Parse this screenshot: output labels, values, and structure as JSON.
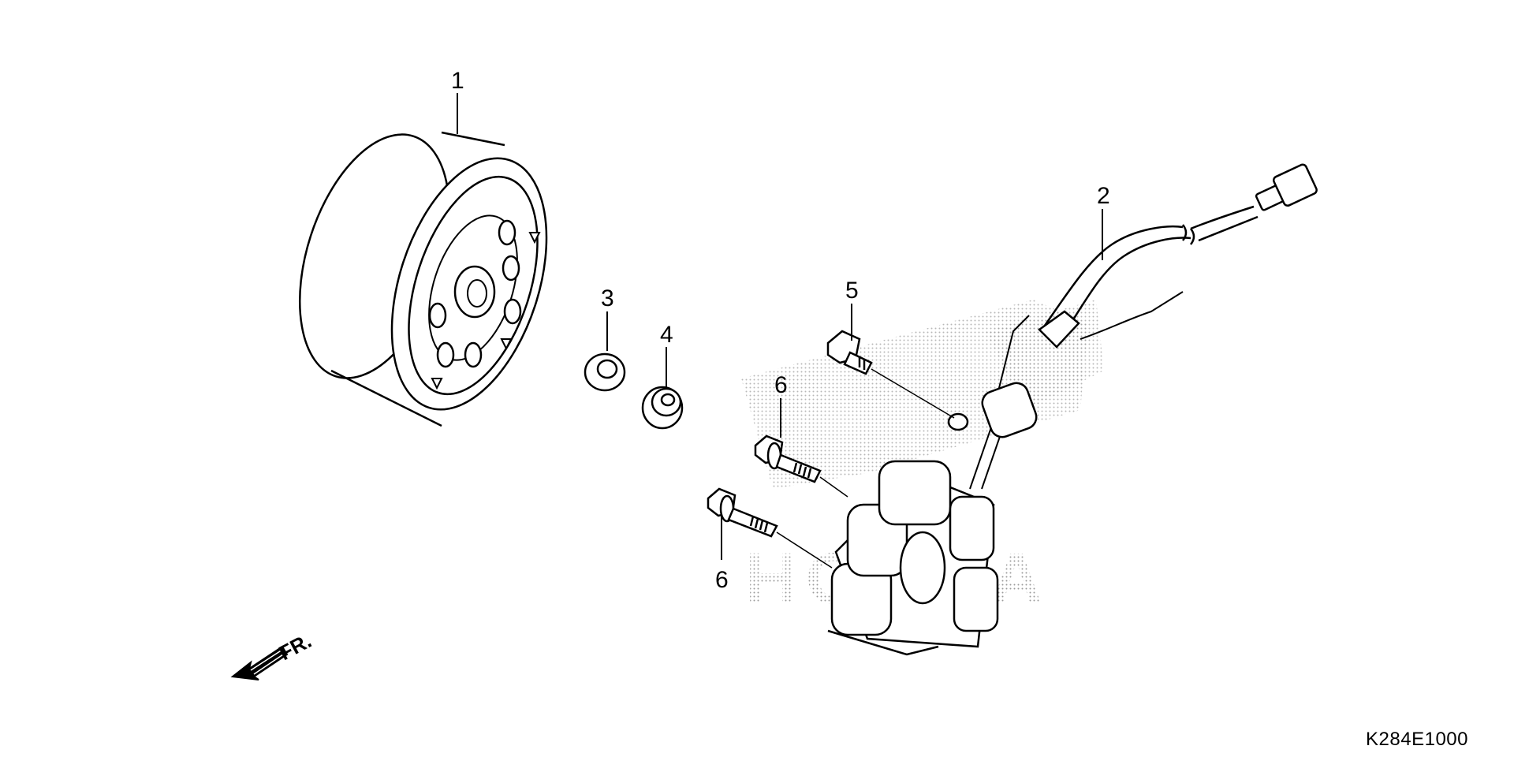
{
  "diagram": {
    "reference_code": "K284E1000",
    "front_indicator": "FR.",
    "watermark": "HONDA",
    "callouts": [
      {
        "id": "c1",
        "text": "1"
      },
      {
        "id": "c2",
        "text": "2"
      },
      {
        "id": "c3",
        "text": "3"
      },
      {
        "id": "c4",
        "text": "4"
      },
      {
        "id": "c5",
        "text": "5"
      },
      {
        "id": "c6a",
        "text": "6"
      },
      {
        "id": "c6b",
        "text": "6"
      }
    ]
  }
}
